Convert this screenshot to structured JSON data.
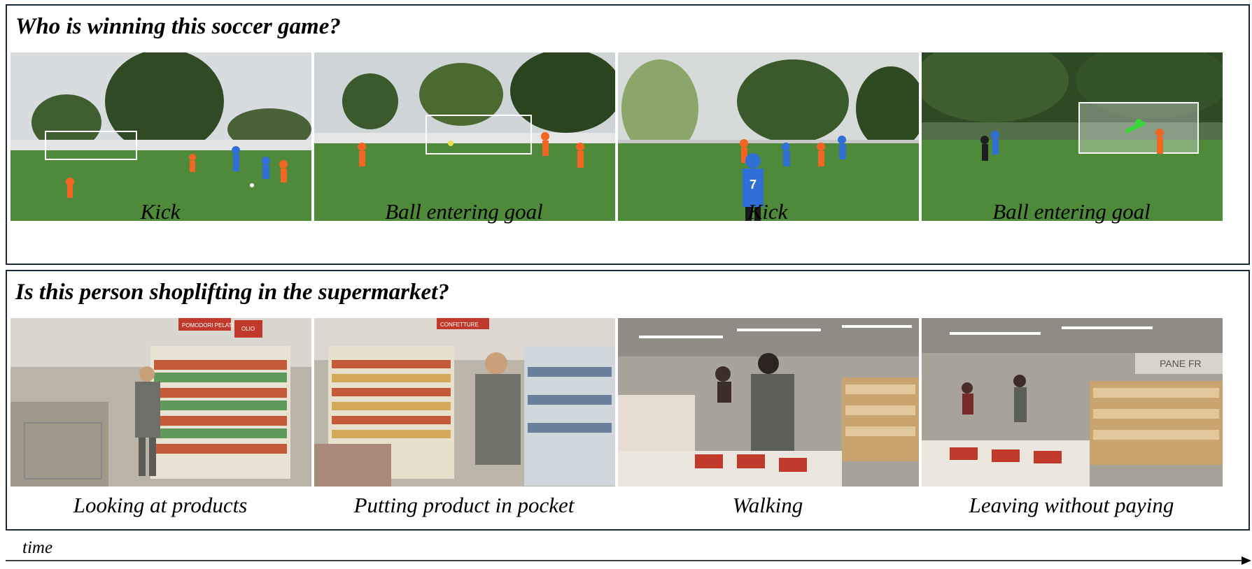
{
  "panels": [
    {
      "question": "Who is winning this soccer game?",
      "captions": [
        "Kick",
        "Ball entering goal",
        "Kick",
        "Ball entering goal"
      ]
    },
    {
      "question": "Is this person shoplifting in the supermarket?",
      "captions": [
        "Looking at products",
        "Putting product in pocket",
        "Walking",
        "Leaving without paying"
      ]
    }
  ],
  "scene_text": {
    "aisle_sign_1": "POMODORI PELATI",
    "aisle_sign_2": "OLIO",
    "aisle_sign_3": "CONFETTURE",
    "bakery_sign": "PANE FR",
    "jersey_number": "7"
  },
  "time_axis": {
    "label": "time"
  },
  "colors": {
    "border": "#1a2a3a",
    "grass": "#4f8a3a",
    "orange_kit": "#f26522",
    "blue_kit": "#2f6fd6"
  }
}
